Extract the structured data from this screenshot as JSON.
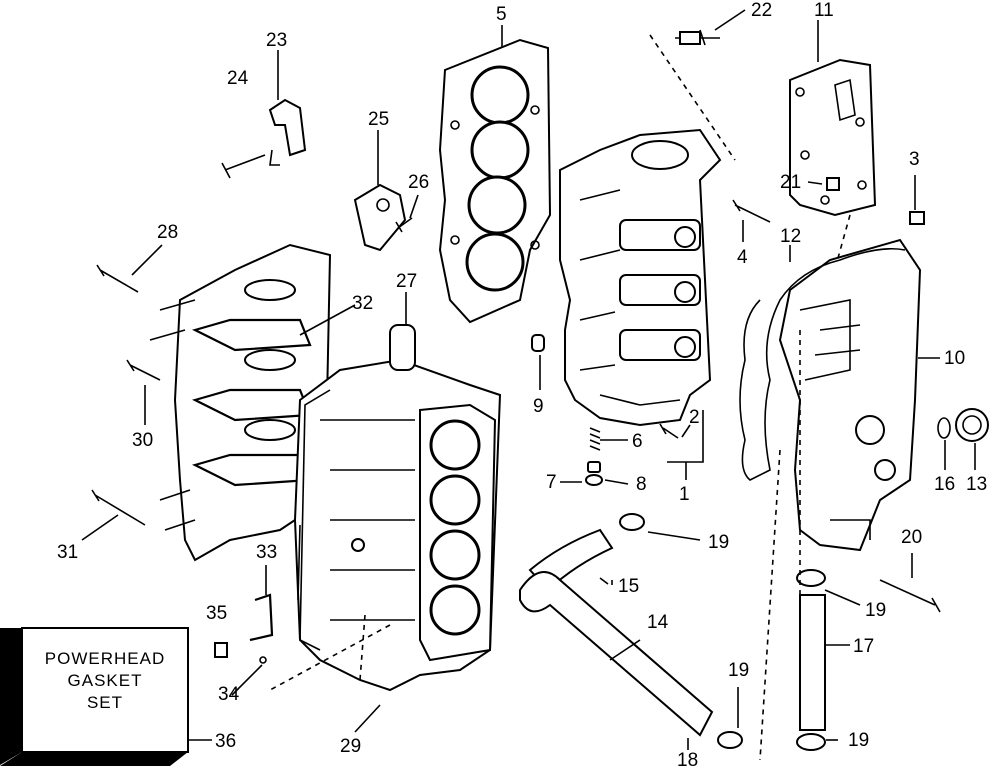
{
  "callouts": [
    {
      "id": "1",
      "label": "1"
    },
    {
      "id": "2",
      "label": "2"
    },
    {
      "id": "3",
      "label": "3"
    },
    {
      "id": "4",
      "label": "4"
    },
    {
      "id": "5",
      "label": "5"
    },
    {
      "id": "6",
      "label": "6"
    },
    {
      "id": "7",
      "label": "7"
    },
    {
      "id": "8",
      "label": "8"
    },
    {
      "id": "9",
      "label": "9"
    },
    {
      "id": "10",
      "label": "10"
    },
    {
      "id": "11",
      "label": "11"
    },
    {
      "id": "12",
      "label": "12"
    },
    {
      "id": "13",
      "label": "13"
    },
    {
      "id": "14",
      "label": "14"
    },
    {
      "id": "15",
      "label": "15"
    },
    {
      "id": "16",
      "label": "16"
    },
    {
      "id": "17",
      "label": "17"
    },
    {
      "id": "18",
      "label": "18"
    },
    {
      "id": "19a",
      "label": "19"
    },
    {
      "id": "19b",
      "label": "19"
    },
    {
      "id": "19c",
      "label": "19"
    },
    {
      "id": "19d",
      "label": "19"
    },
    {
      "id": "20",
      "label": "20"
    },
    {
      "id": "21",
      "label": "21"
    },
    {
      "id": "22",
      "label": "22"
    },
    {
      "id": "23",
      "label": "23"
    },
    {
      "id": "24",
      "label": "24"
    },
    {
      "id": "25",
      "label": "25"
    },
    {
      "id": "26",
      "label": "26"
    },
    {
      "id": "27",
      "label": "27"
    },
    {
      "id": "28",
      "label": "28"
    },
    {
      "id": "29",
      "label": "29"
    },
    {
      "id": "30",
      "label": "30"
    },
    {
      "id": "31",
      "label": "31"
    },
    {
      "id": "32",
      "label": "32"
    },
    {
      "id": "33",
      "label": "33"
    },
    {
      "id": "34",
      "label": "34"
    },
    {
      "id": "35",
      "label": "35"
    },
    {
      "id": "36",
      "label": "36"
    }
  ],
  "gasket_box": {
    "line1": "POWERHEAD",
    "line2": "GASKET",
    "line3": "SET"
  }
}
